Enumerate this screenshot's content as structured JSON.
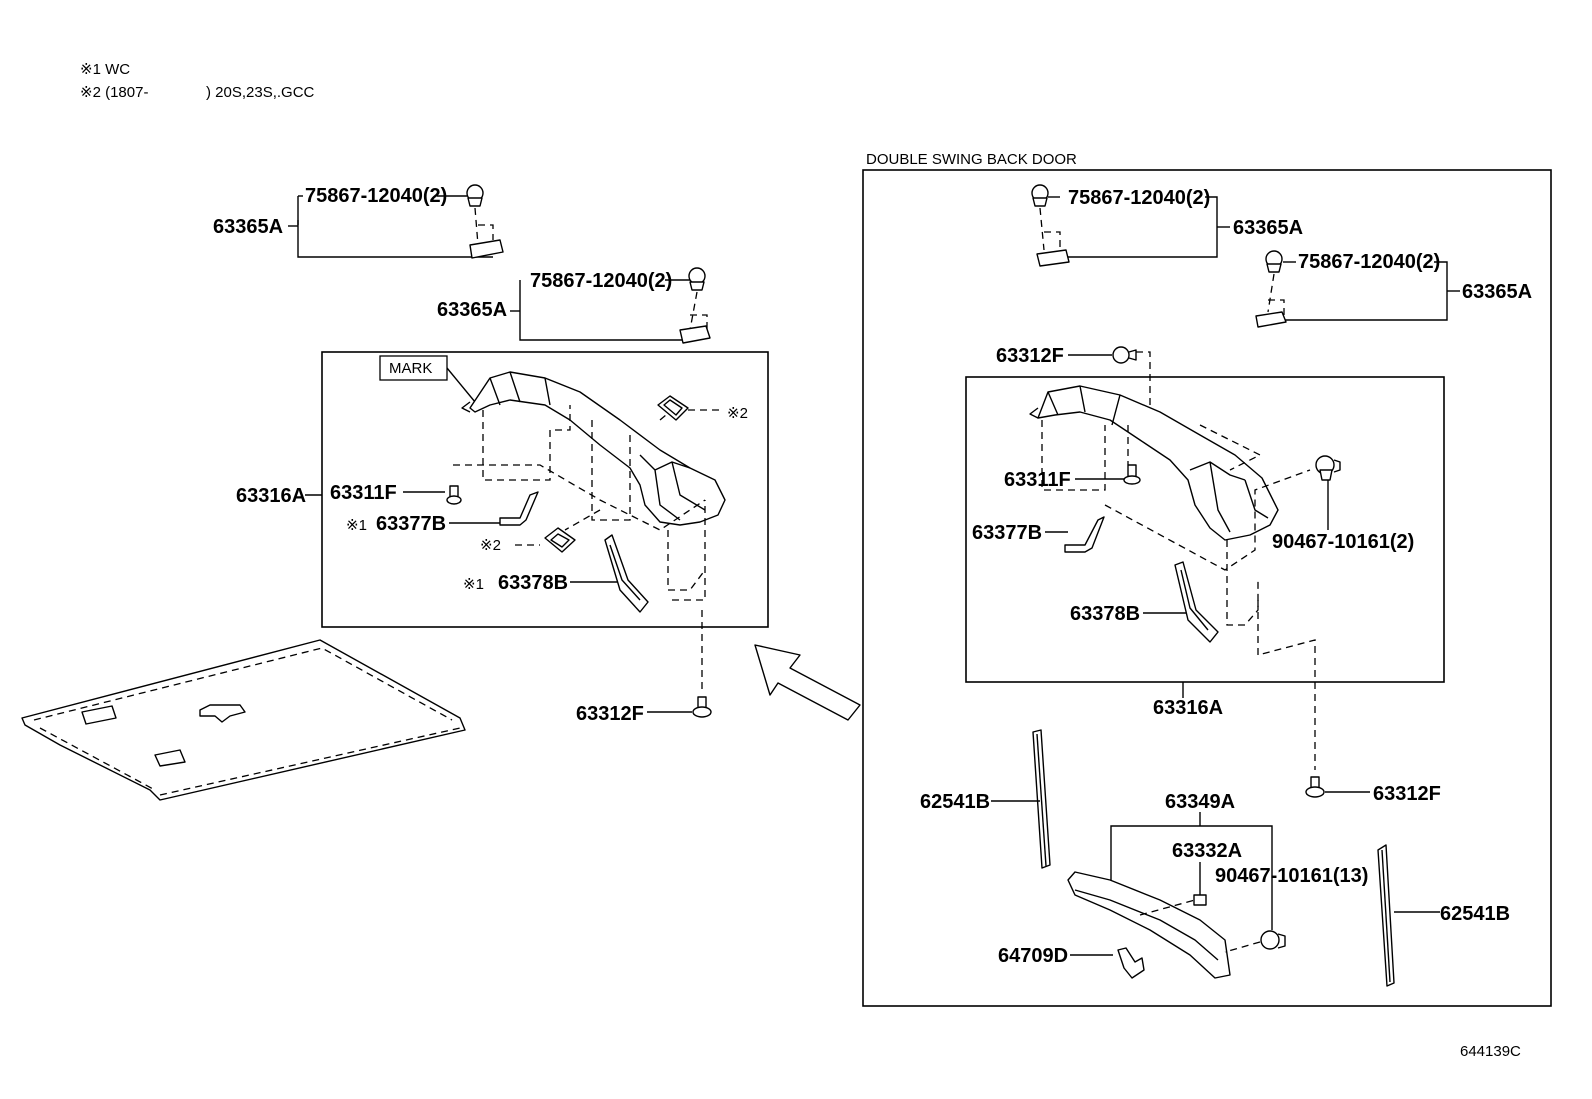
{
  "notes": {
    "note1": "※1 WC",
    "note2_a": "※2 (1807-",
    "note2_b": ") 20S,23S,.GCC"
  },
  "diagram_id": "644139C",
  "left": {
    "clip1_part": "75867-12040(2)",
    "clip1_assy": "63365A",
    "clip2_part": "75867-12040(2)",
    "clip2_assy": "63365A",
    "mark_label": "MARK",
    "ref2_top": "※2",
    "assy": "63316A",
    "screw": "63311F",
    "bracket_ref": "※1",
    "bracket": "63377B",
    "pad_ref": "※2",
    "brace_ref": "※1",
    "brace": "63378B",
    "bottom_screw": "63312F"
  },
  "right": {
    "title": "DOUBLE SWING BACK DOOR",
    "clip1_part": "75867-12040(2)",
    "clip1_assy": "63365A",
    "clip2_part": "75867-12040(2)",
    "clip2_assy": "63365A",
    "cap": "63312F",
    "screw": "63311F",
    "bracket": "63377B",
    "clip3_part": "90467-10161(2)",
    "brace": "63378B",
    "assy": "63316A",
    "bottom_screw": "63312F",
    "weather_left": "62541B",
    "panel_a": "63349A",
    "panel_b": "63332A",
    "clip4_part": "90467-10161(13)",
    "weather_right": "62541B",
    "hook": "64709D"
  }
}
